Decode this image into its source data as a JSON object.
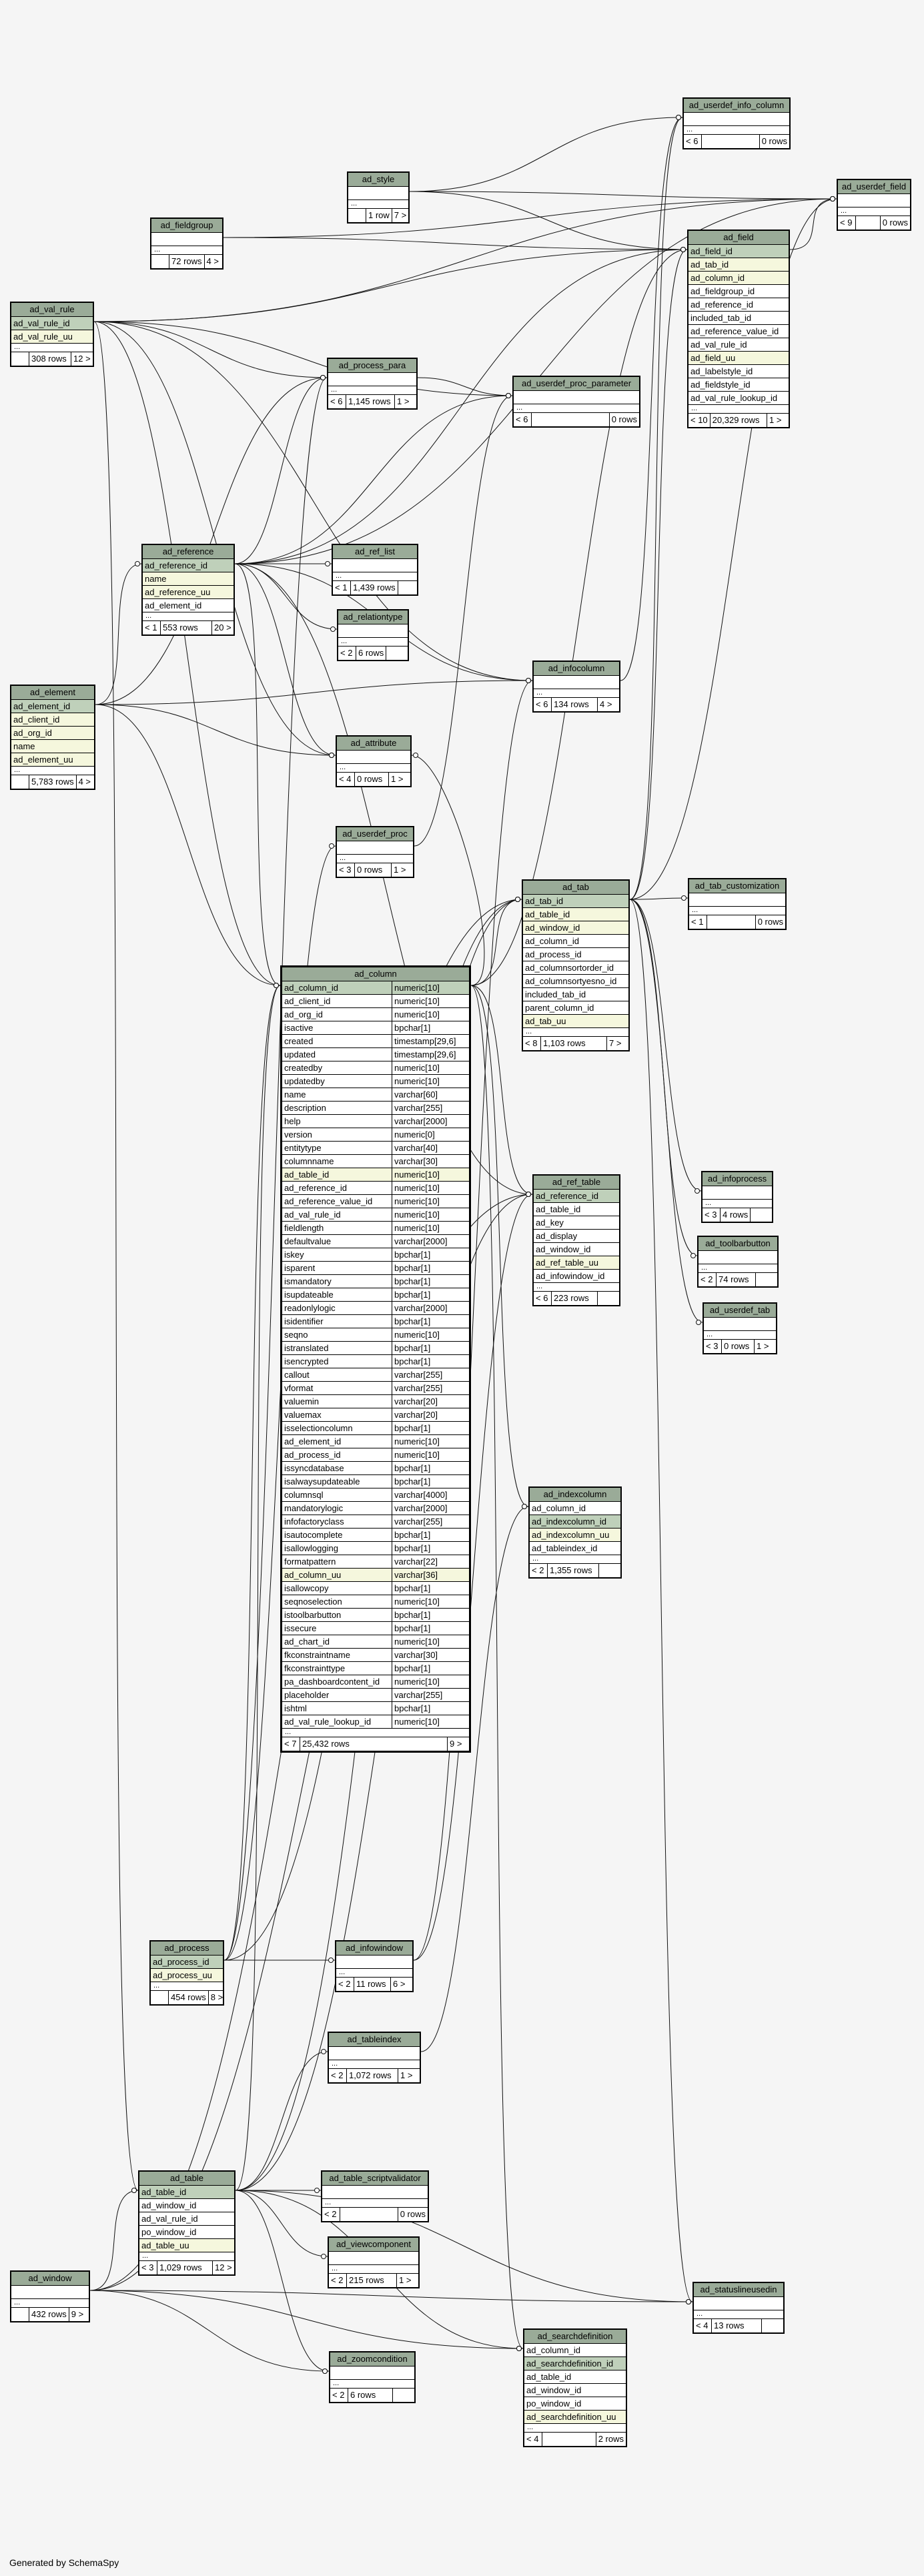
{
  "footer": "Generated by SchemaSpy",
  "tables": [
    {
      "name": "ad_userdef_info_column",
      "rows": [],
      "footer": [
        "< 6",
        "",
        "0 rows"
      ]
    },
    {
      "name": "ad_userdef_field",
      "rows": [],
      "footer": [
        "< 9",
        "",
        "0 rows"
      ]
    },
    {
      "name": "ad_style",
      "rows": [],
      "footer": [
        "",
        "1 row",
        "7 >"
      ]
    },
    {
      "name": "ad_fieldgroup",
      "rows": [],
      "footer": [
        "",
        "72 rows",
        "4 >"
      ]
    },
    {
      "name": "ad_field",
      "rows": [
        {
          "n": "ad_field_id",
          "k": "pk"
        },
        {
          "n": "ad_tab_id",
          "k": "ak"
        },
        {
          "n": "ad_column_id",
          "k": "ak"
        },
        {
          "n": "ad_fieldgroup_id"
        },
        {
          "n": "ad_reference_id"
        },
        {
          "n": "included_tab_id"
        },
        {
          "n": "ad_reference_value_id"
        },
        {
          "n": "ad_val_rule_id"
        },
        {
          "n": "ad_field_uu",
          "k": "ak"
        },
        {
          "n": "ad_labelstyle_id"
        },
        {
          "n": "ad_fieldstyle_id"
        },
        {
          "n": "ad_val_rule_lookup_id"
        }
      ],
      "footer": [
        "< 10",
        "20,329 rows",
        "1 >"
      ]
    },
    {
      "name": "ad_val_rule",
      "rows": [
        {
          "n": "ad_val_rule_id",
          "k": "pk"
        },
        {
          "n": "ad_val_rule_uu",
          "k": "ak"
        }
      ],
      "footer": [
        "",
        "308 rows",
        "12 >"
      ]
    },
    {
      "name": "ad_process_para",
      "rows": [],
      "footer": [
        "< 6",
        "1,145 rows",
        "1 >"
      ]
    },
    {
      "name": "ad_userdef_proc_parameter",
      "rows": [],
      "footer": [
        "< 6",
        "",
        "0 rows"
      ]
    },
    {
      "name": "ad_reference",
      "rows": [
        {
          "n": "ad_reference_id",
          "k": "pk"
        },
        {
          "n": "name",
          "k": "ak"
        },
        {
          "n": "ad_reference_uu",
          "k": "ak"
        },
        {
          "n": "ad_element_id"
        }
      ],
      "footer": [
        "< 1",
        "553 rows",
        "20 >"
      ]
    },
    {
      "name": "ad_ref_list",
      "rows": [],
      "footer": [
        "< 1",
        "1,439 rows",
        ""
      ]
    },
    {
      "name": "ad_relationtype",
      "rows": [],
      "footer": [
        "< 2",
        "6 rows",
        ""
      ]
    },
    {
      "name": "ad_infocolumn",
      "rows": [],
      "footer": [
        "< 6",
        "134 rows",
        "4 >"
      ]
    },
    {
      "name": "ad_element",
      "rows": [
        {
          "n": "ad_element_id",
          "k": "pk"
        },
        {
          "n": "ad_client_id",
          "k": "ak"
        },
        {
          "n": "ad_org_id",
          "k": "ak"
        },
        {
          "n": "name",
          "k": "ak"
        },
        {
          "n": "ad_element_uu",
          "k": "ak"
        }
      ],
      "footer": [
        "",
        "5,783 rows",
        "4 >"
      ]
    },
    {
      "name": "ad_attribute",
      "rows": [],
      "footer": [
        "< 4",
        "0 rows",
        "1 >"
      ]
    },
    {
      "name": "ad_userdef_proc",
      "rows": [],
      "footer": [
        "< 3",
        "0 rows",
        "1 >"
      ]
    },
    {
      "name": "ad_tab",
      "rows": [
        {
          "n": "ad_tab_id",
          "k": "pk"
        },
        {
          "n": "ad_table_id",
          "k": "ak"
        },
        {
          "n": "ad_window_id",
          "k": "ak"
        },
        {
          "n": "ad_column_id"
        },
        {
          "n": "ad_process_id"
        },
        {
          "n": "ad_columnsortorder_id"
        },
        {
          "n": "ad_columnsortyesno_id"
        },
        {
          "n": "included_tab_id"
        },
        {
          "n": "parent_column_id"
        },
        {
          "n": "ad_tab_uu",
          "k": "ak"
        }
      ],
      "footer": [
        "< 8",
        "1,103 rows",
        "7 >"
      ]
    },
    {
      "name": "ad_tab_customization",
      "rows": [],
      "footer": [
        "< 1",
        "",
        "0 rows"
      ]
    },
    {
      "name": "ad_column",
      "rows": [
        {
          "n": "ad_column_id",
          "t": "numeric[10]",
          "k": "pk"
        },
        {
          "n": "ad_client_id",
          "t": "numeric[10]"
        },
        {
          "n": "ad_org_id",
          "t": "numeric[10]"
        },
        {
          "n": "isactive",
          "t": "bpchar[1]"
        },
        {
          "n": "created",
          "t": "timestamp[29,6]"
        },
        {
          "n": "updated",
          "t": "timestamp[29,6]"
        },
        {
          "n": "createdby",
          "t": "numeric[10]"
        },
        {
          "n": "updatedby",
          "t": "numeric[10]"
        },
        {
          "n": "name",
          "t": "varchar[60]"
        },
        {
          "n": "description",
          "t": "varchar[255]"
        },
        {
          "n": "help",
          "t": "varchar[2000]"
        },
        {
          "n": "version",
          "t": "numeric[0]"
        },
        {
          "n": "entitytype",
          "t": "varchar[40]"
        },
        {
          "n": "columnname",
          "t": "varchar[30]"
        },
        {
          "n": "ad_table_id",
          "t": "numeric[10]",
          "k": "ak"
        },
        {
          "n": "ad_reference_id",
          "t": "numeric[10]"
        },
        {
          "n": "ad_reference_value_id",
          "t": "numeric[10]"
        },
        {
          "n": "ad_val_rule_id",
          "t": "numeric[10]"
        },
        {
          "n": "fieldlength",
          "t": "numeric[10]"
        },
        {
          "n": "defaultvalue",
          "t": "varchar[2000]"
        },
        {
          "n": "iskey",
          "t": "bpchar[1]"
        },
        {
          "n": "isparent",
          "t": "bpchar[1]"
        },
        {
          "n": "ismandatory",
          "t": "bpchar[1]"
        },
        {
          "n": "isupdateable",
          "t": "bpchar[1]"
        },
        {
          "n": "readonlylogic",
          "t": "varchar[2000]"
        },
        {
          "n": "isidentifier",
          "t": "bpchar[1]"
        },
        {
          "n": "seqno",
          "t": "numeric[10]"
        },
        {
          "n": "istranslated",
          "t": "bpchar[1]"
        },
        {
          "n": "isencrypted",
          "t": "bpchar[1]"
        },
        {
          "n": "callout",
          "t": "varchar[255]"
        },
        {
          "n": "vformat",
          "t": "varchar[255]"
        },
        {
          "n": "valuemin",
          "t": "varchar[20]"
        },
        {
          "n": "valuemax",
          "t": "varchar[20]"
        },
        {
          "n": "isselectioncolumn",
          "t": "bpchar[1]"
        },
        {
          "n": "ad_element_id",
          "t": "numeric[10]"
        },
        {
          "n": "ad_process_id",
          "t": "numeric[10]"
        },
        {
          "n": "issyncdatabase",
          "t": "bpchar[1]"
        },
        {
          "n": "isalwaysupdateable",
          "t": "bpchar[1]"
        },
        {
          "n": "columnsql",
          "t": "varchar[4000]"
        },
        {
          "n": "mandatorylogic",
          "t": "varchar[2000]"
        },
        {
          "n": "infofactoryclass",
          "t": "varchar[255]"
        },
        {
          "n": "isautocomplete",
          "t": "bpchar[1]"
        },
        {
          "n": "isallowlogging",
          "t": "bpchar[1]"
        },
        {
          "n": "formatpattern",
          "t": "varchar[22]"
        },
        {
          "n": "ad_column_uu",
          "t": "varchar[36]",
          "k": "ak"
        },
        {
          "n": "isallowcopy",
          "t": "bpchar[1]"
        },
        {
          "n": "seqnoselection",
          "t": "numeric[10]"
        },
        {
          "n": "istoolbarbutton",
          "t": "bpchar[1]"
        },
        {
          "n": "issecure",
          "t": "bpchar[1]"
        },
        {
          "n": "ad_chart_id",
          "t": "numeric[10]"
        },
        {
          "n": "fkconstraintname",
          "t": "varchar[30]"
        },
        {
          "n": "fkconstrainttype",
          "t": "bpchar[1]"
        },
        {
          "n": "pa_dashboardcontent_id",
          "t": "numeric[10]"
        },
        {
          "n": "placeholder",
          "t": "varchar[255]"
        },
        {
          "n": "ishtml",
          "t": "bpchar[1]"
        },
        {
          "n": "ad_val_rule_lookup_id",
          "t": "numeric[10]"
        }
      ],
      "footer": [
        "< 7",
        "25,432 rows",
        "9 >"
      ]
    },
    {
      "name": "ad_ref_table",
      "rows": [
        {
          "n": "ad_reference_id",
          "k": "pk"
        },
        {
          "n": "ad_table_id"
        },
        {
          "n": "ad_key"
        },
        {
          "n": "ad_display"
        },
        {
          "n": "ad_window_id"
        },
        {
          "n": "ad_ref_table_uu",
          "k": "ak"
        },
        {
          "n": "ad_infowindow_id"
        }
      ],
      "footer": [
        "< 6",
        "223 rows",
        ""
      ]
    },
    {
      "name": "ad_infoprocess",
      "rows": [],
      "footer": [
        "< 3",
        "4 rows",
        ""
      ]
    },
    {
      "name": "ad_toolbarbutton",
      "rows": [],
      "footer": [
        "< 2",
        "74 rows",
        ""
      ]
    },
    {
      "name": "ad_userdef_tab",
      "rows": [],
      "footer": [
        "< 3",
        "0 rows",
        "1 >"
      ]
    },
    {
      "name": "ad_indexcolumn",
      "rows": [
        {
          "n": "ad_column_id"
        },
        {
          "n": "ad_indexcolumn_id",
          "k": "pk"
        },
        {
          "n": "ad_indexcolumn_uu",
          "k": "ak"
        },
        {
          "n": "ad_tableindex_id"
        }
      ],
      "footer": [
        "< 2",
        "1,355 rows",
        ""
      ]
    },
    {
      "name": "ad_process",
      "rows": [
        {
          "n": "ad_process_id",
          "k": "pk"
        },
        {
          "n": "ad_process_uu",
          "k": "ak"
        }
      ],
      "footer": [
        "",
        "454 rows",
        "8 >"
      ]
    },
    {
      "name": "ad_infowindow",
      "rows": [],
      "footer": [
        "< 2",
        "11 rows",
        "6 >"
      ]
    },
    {
      "name": "ad_tableindex",
      "rows": [],
      "footer": [
        "< 2",
        "1,072 rows",
        "1 >"
      ]
    },
    {
      "name": "ad_table",
      "rows": [
        {
          "n": "ad_table_id",
          "k": "pk"
        },
        {
          "n": "ad_window_id"
        },
        {
          "n": "ad_val_rule_id"
        },
        {
          "n": "po_window_id"
        },
        {
          "n": "ad_table_uu",
          "k": "ak"
        }
      ],
      "footer": [
        "< 3",
        "1,029 rows",
        "12 >"
      ]
    },
    {
      "name": "ad_table_scriptvalidator",
      "rows": [],
      "footer": [
        "< 2",
        "",
        "0 rows"
      ]
    },
    {
      "name": "ad_viewcomponent",
      "rows": [],
      "footer": [
        "< 2",
        "215 rows",
        "1 >"
      ]
    },
    {
      "name": "ad_window",
      "rows": [],
      "footer": [
        "",
        "432 rows",
        "9 >"
      ]
    },
    {
      "name": "ad_zoomcondition",
      "rows": [],
      "footer": [
        "< 2",
        "6 rows",
        ""
      ]
    },
    {
      "name": "ad_statuslineusedin",
      "rows": [],
      "footer": [
        "< 4",
        "13 rows",
        ""
      ]
    },
    {
      "name": "ad_searchdefinition",
      "rows": [
        {
          "n": "ad_column_id"
        },
        {
          "n": "ad_searchdefinition_id",
          "k": "pk"
        },
        {
          "n": "ad_table_id"
        },
        {
          "n": "ad_window_id"
        },
        {
          "n": "po_window_id"
        },
        {
          "n": "ad_searchdefinition_uu",
          "k": "ak"
        }
      ],
      "footer": [
        "< 4",
        "",
        "2 rows"
      ]
    }
  ],
  "relationships": [
    [
      "ad_tab",
      "ad_userdef_info_column"
    ],
    [
      "ad_infocolumn",
      "ad_userdef_info_column"
    ],
    [
      "ad_style",
      "ad_userdef_info_column"
    ],
    [
      "ad_fieldgroup",
      "ad_userdef_field"
    ],
    [
      "ad_style",
      "ad_userdef_field"
    ],
    [
      "ad_field",
      "ad_userdef_field"
    ],
    [
      "ad_reference",
      "ad_userdef_field"
    ],
    [
      "ad_val_rule",
      "ad_userdef_field"
    ],
    [
      "ad_tab",
      "ad_userdef_field"
    ],
    [
      "ad_tab",
      "ad_field"
    ],
    [
      "ad_column",
      "ad_field"
    ],
    [
      "ad_fieldgroup",
      "ad_field"
    ],
    [
      "ad_reference",
      "ad_field"
    ],
    [
      "ad_val_rule",
      "ad_field"
    ],
    [
      "ad_style",
      "ad_field"
    ],
    [
      "ad_element",
      "ad_process_para"
    ],
    [
      "ad_reference",
      "ad_process_para"
    ],
    [
      "ad_val_rule",
      "ad_process_para"
    ],
    [
      "ad_process",
      "ad_process_para"
    ],
    [
      "ad_process_para",
      "ad_userdef_proc_parameter"
    ],
    [
      "ad_reference",
      "ad_userdef_proc_parameter"
    ],
    [
      "ad_val_rule",
      "ad_userdef_proc_parameter"
    ],
    [
      "ad_userdef_proc",
      "ad_userdef_proc_parameter"
    ],
    [
      "ad_element",
      "ad_reference"
    ],
    [
      "ad_reference",
      "ad_ref_list"
    ],
    [
      "ad_reference",
      "ad_relationtype"
    ],
    [
      "ad_reference",
      "ad_infocolumn"
    ],
    [
      "ad_val_rule",
      "ad_infocolumn"
    ],
    [
      "ad_element",
      "ad_infocolumn"
    ],
    [
      "ad_infowindow",
      "ad_infocolumn"
    ],
    [
      "ad_reference",
      "ad_attribute"
    ],
    [
      "ad_val_rule",
      "ad_attribute"
    ],
    [
      "ad_element",
      "ad_attribute"
    ],
    [
      "ad_column",
      "ad_attribute"
    ],
    [
      "ad_process",
      "ad_userdef_proc"
    ],
    [
      "ad_table",
      "ad_tab"
    ],
    [
      "ad_window",
      "ad_tab"
    ],
    [
      "ad_column",
      "ad_tab"
    ],
    [
      "ad_process",
      "ad_tab"
    ],
    [
      "ad_tab",
      "ad_tab_customization"
    ],
    [
      "ad_element",
      "ad_column"
    ],
    [
      "ad_reference",
      "ad_column"
    ],
    [
      "ad_val_rule",
      "ad_column"
    ],
    [
      "ad_table",
      "ad_column"
    ],
    [
      "ad_process",
      "ad_column"
    ],
    [
      "ad_reference",
      "ad_ref_table"
    ],
    [
      "ad_table",
      "ad_ref_table"
    ],
    [
      "ad_column",
      "ad_ref_table"
    ],
    [
      "ad_window",
      "ad_ref_table"
    ],
    [
      "ad_infowindow",
      "ad_ref_table"
    ],
    [
      "ad_tab",
      "ad_infoprocess"
    ],
    [
      "ad_tab",
      "ad_toolbarbutton"
    ],
    [
      "ad_tab",
      "ad_userdef_tab"
    ],
    [
      "ad_column",
      "ad_indexcolumn"
    ],
    [
      "ad_tableindex",
      "ad_indexcolumn"
    ],
    [
      "ad_process",
      "ad_infowindow"
    ],
    [
      "ad_table",
      "ad_tableindex"
    ],
    [
      "ad_table",
      "ad_table_scriptvalidator"
    ],
    [
      "ad_table",
      "ad_viewcomponent"
    ],
    [
      "ad_table",
      "ad_zoomcondition"
    ],
    [
      "ad_window",
      "ad_zoomcondition"
    ],
    [
      "ad_table",
      "ad_statuslineusedin"
    ],
    [
      "ad_window",
      "ad_statuslineusedin"
    ],
    [
      "ad_tab",
      "ad_statuslineusedin"
    ],
    [
      "ad_column",
      "ad_searchdefinition"
    ],
    [
      "ad_table",
      "ad_searchdefinition"
    ],
    [
      "ad_window",
      "ad_searchdefinition"
    ],
    [
      "ad_window",
      "ad_table"
    ],
    [
      "ad_val_rule",
      "ad_table"
    ]
  ]
}
